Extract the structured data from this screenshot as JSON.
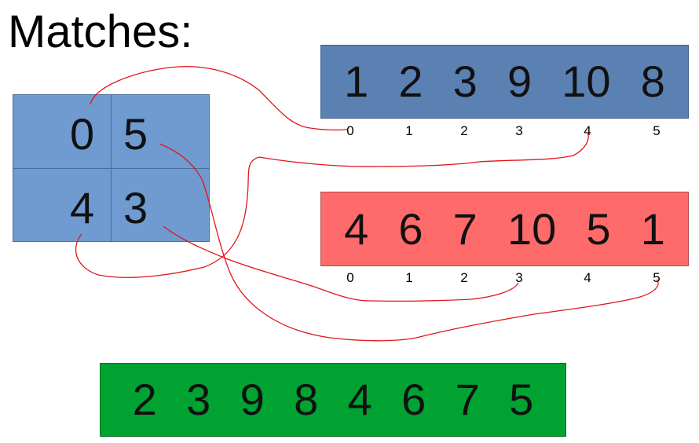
{
  "title": "Matches:",
  "matrix": [
    "0",
    "5",
    "4",
    "3"
  ],
  "array_a": {
    "values": [
      "1",
      "2",
      "3",
      "9",
      "10",
      "8"
    ],
    "indices": [
      "0",
      "1",
      "2",
      "3",
      "4",
      "5"
    ]
  },
  "array_b": {
    "values": [
      "4",
      "6",
      "7",
      "10",
      "5",
      "1"
    ],
    "indices": [
      "0",
      "1",
      "2",
      "3",
      "4",
      "5"
    ]
  },
  "result": [
    "2",
    "3",
    "9",
    "8",
    "4",
    "6",
    "7",
    "5"
  ],
  "colors": {
    "blue_box": "#5b81b3",
    "matrix_box": "#6f9bd1",
    "red_box": "#ff6b6b",
    "green_box": "#00a232",
    "link_line": "#e0161a"
  }
}
